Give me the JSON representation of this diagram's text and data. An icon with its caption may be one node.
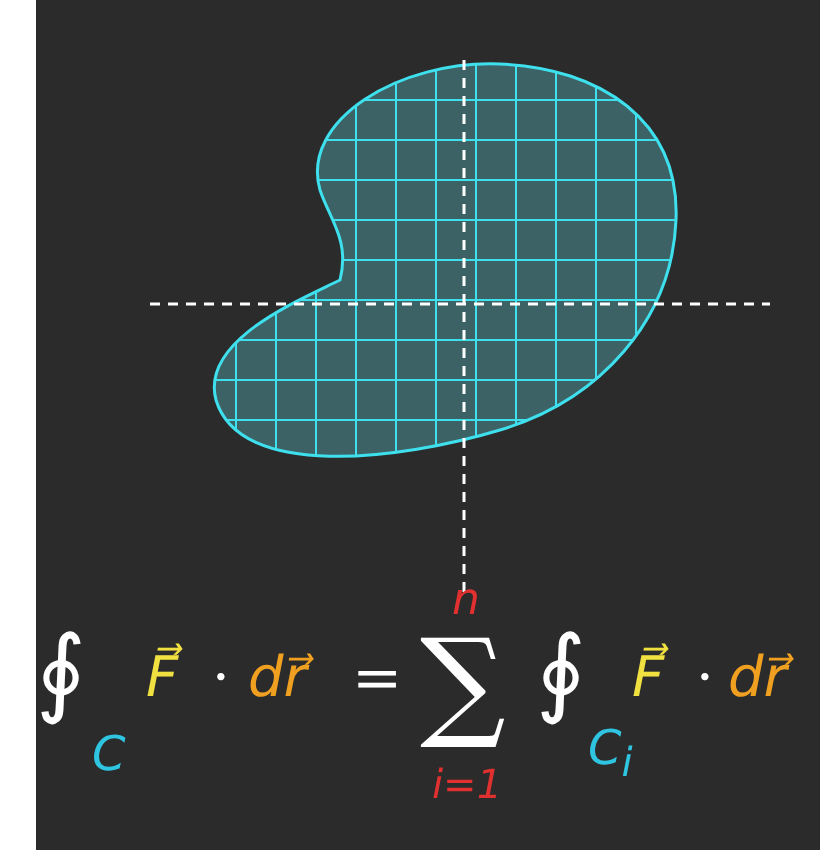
{
  "diagram": {
    "labels": [
      "∮",
      "C",
      "F⃗",
      "·",
      "dr⃗",
      "=",
      "n",
      "∑",
      "i=1",
      "∮",
      "C$_{i}$",
      "F⃗",
      "·",
      "dr⃗"
    ]
  }
}
